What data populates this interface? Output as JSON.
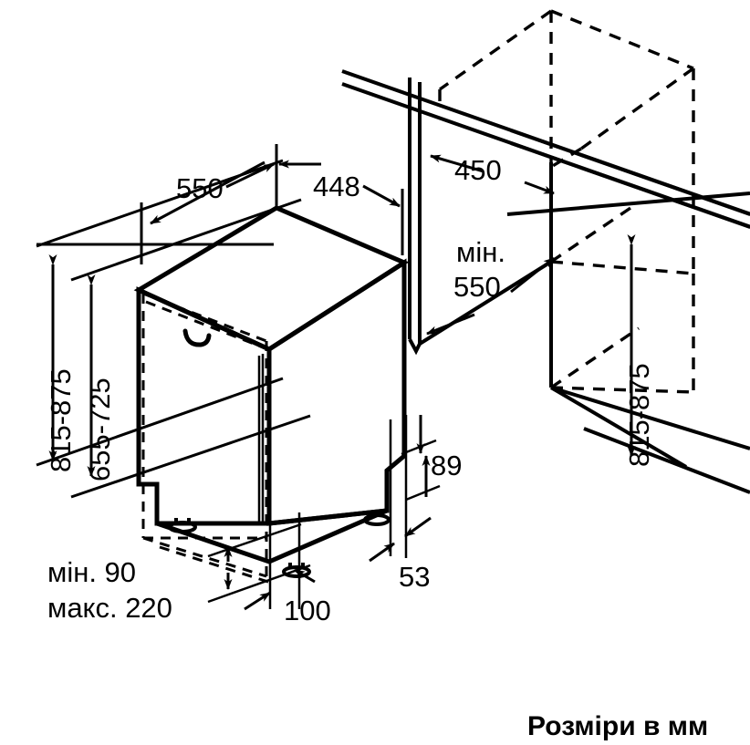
{
  "drawing": {
    "title": "Dishwasher built-in installation dimension drawing",
    "units_caption": "Розміри в мм",
    "line_color": "#000000",
    "background_color": "#ffffff"
  },
  "dimensions": {
    "depth_top_left": "550",
    "width_top_right": "448",
    "height_outer_left": "815-875",
    "height_inner_left": "655-725",
    "niche_depth": "450",
    "niche_width_min_line1": "мін.",
    "niche_width_min_line2": "550",
    "niche_height_right": "815-875",
    "plinth_front": "89",
    "plinth_depth": "53",
    "foot_offset": "100",
    "plinth_range_line1": "мін. 90",
    "plinth_range_line2": "макс. 220"
  }
}
